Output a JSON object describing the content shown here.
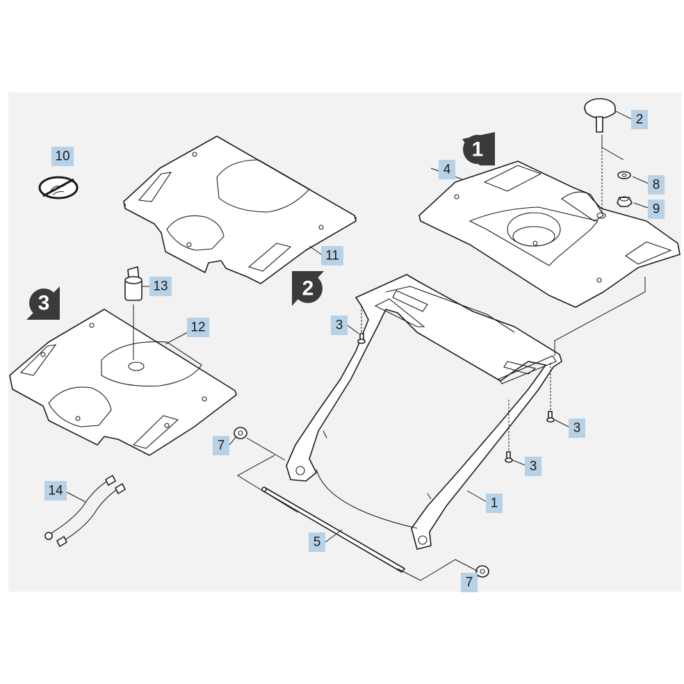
{
  "callouts": {
    "c1": "1",
    "c2": "2",
    "c3a": "3",
    "c3b": "3",
    "c3c": "3",
    "c4": "4",
    "c5": "5",
    "c7a": "7",
    "c7b": "7",
    "c8": "8",
    "c9": "9",
    "c10": "10",
    "c11": "11",
    "c12": "12",
    "c13": "13",
    "c14": "14"
  },
  "steps": {
    "s1": "1",
    "s2": "2",
    "s3": "3"
  },
  "colors": {
    "callout_box": "#b7d1e6",
    "step_marker": "#3a3a3a",
    "panel_background": "#f2f2f2"
  }
}
